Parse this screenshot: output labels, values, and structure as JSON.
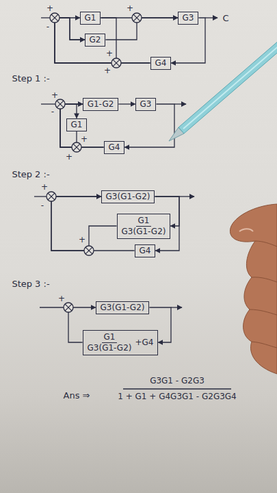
{
  "diagram": {
    "nodes": [
      {
        "text": [
          "G1"
        ]
      },
      {
        "text": [
          "G2"
        ]
      },
      {
        "text": [
          "G3"
        ]
      },
      {
        "text": [
          "G4"
        ]
      },
      {
        "text": [
          "G1-G2"
        ]
      },
      {
        "text": [
          "G3"
        ]
      },
      {
        "text": [
          "G1"
        ]
      },
      {
        "text": [
          "G4"
        ]
      },
      {
        "text": [
          "G3(G1-G2)"
        ]
      },
      {
        "text": [
          "G1",
          "G3(G1-G2)"
        ]
      },
      {
        "text": [
          "G4"
        ]
      },
      {
        "text": [
          "G3(G1-G2)"
        ]
      },
      {
        "text": [
          "G1",
          "G3(G1-G2)",
          "+G4"
        ]
      }
    ],
    "edges": [
      {
        "from": 0,
        "to": 2,
        "arrow": "to"
      },
      {
        "from": 1,
        "to": 2,
        "arrow": "to"
      },
      {
        "from": 2,
        "to": 3,
        "arrow": "to"
      },
      {
        "from": 3,
        "to": 0,
        "arrow": "to"
      },
      {
        "from": 3,
        "to": 1,
        "arrow": "to"
      },
      {
        "from": 0,
        "to": 1,
        "arrow": "to"
      },
      {
        "from": 4,
        "to": 5,
        "arrow": "to"
      },
      {
        "from": 5,
        "to": 7,
        "arrow": "to"
      },
      {
        "from": 7,
        "to": 4,
        "arrow": "to"
      },
      {
        "from": 7,
        "to": 6,
        "arrow": "to"
      },
      {
        "from": 6,
        "to": 4,
        "arrow": "to"
      },
      {
        "from": 8,
        "to": 9,
        "arrow": "to"
      },
      {
        "from": 8,
        "to": 10,
        "arrow": "to"
      },
      {
        "from": 9,
        "to": 8,
        "arrow": "to"
      },
      {
        "from": 10,
        "to": 8,
        "arrow": "to"
      },
      {
        "from": 11,
        "to": 12,
        "arrow": "to"
      },
      {
        "from": 12,
        "to": 11,
        "arrow": "to"
      }
    ],
    "labels": [
      "+",
      "-",
      "+",
      "+",
      "+",
      "C",
      "Step 1 :-",
      "+",
      "-",
      "+",
      "+",
      "Step 2 :-",
      "+",
      "-",
      "+",
      "Step 3 :-",
      "+",
      "Ans ⇒",
      "G3G1 - G2G3",
      "1 + G1 + G4G3G1 - G2G3G4"
    ]
  }
}
